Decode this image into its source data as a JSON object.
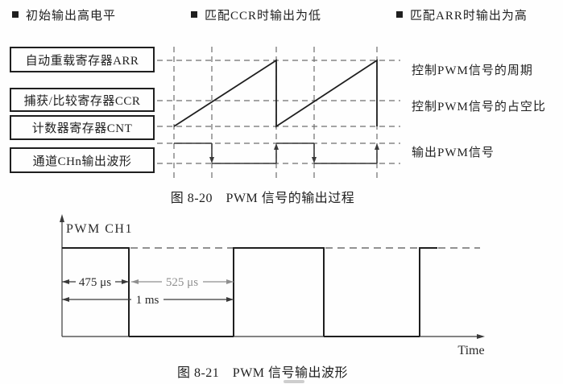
{
  "legend": {
    "items": [
      {
        "label": "初始输出高电平"
      },
      {
        "label": "匹配CCR时输出为低"
      },
      {
        "label": "匹配ARR时输出为高"
      }
    ]
  },
  "fig1": {
    "registers": [
      {
        "label": "自动重载寄存器ARR"
      },
      {
        "label": "捕获/比较寄存器CCR"
      },
      {
        "label": "计数器寄存器CNT"
      },
      {
        "label": "通道CHn输出波形"
      }
    ],
    "annotations": [
      {
        "label": "控制PWM信号的周期"
      },
      {
        "label": "控制PWM信号的占空比"
      },
      {
        "label": "输出PWM信号"
      }
    ],
    "caption": "图 8-20　PWM 信号的输出过程"
  },
  "fig2": {
    "y_label": "PWM CH1",
    "x_label": "Time",
    "dim_high": "475 μs",
    "dim_low": "525 μs",
    "dim_period": "1 ms",
    "caption": "图 8-21　PWM 信号输出波形"
  },
  "colors": {
    "ink": "#1f1f1f",
    "dash": "#6e6e6e",
    "light_gray": "#8f8f8f",
    "background": "#fefefe"
  }
}
